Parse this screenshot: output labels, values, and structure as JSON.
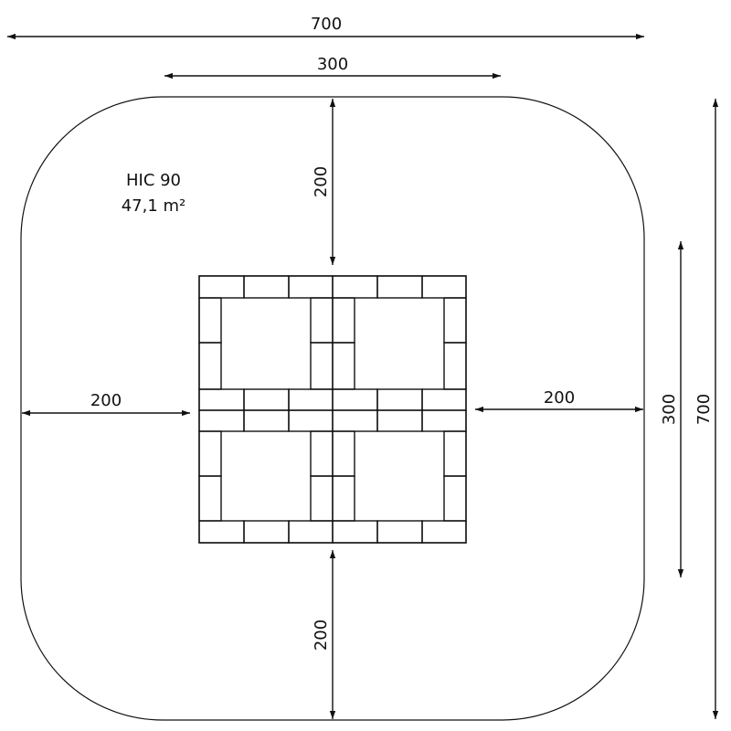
{
  "dimensions": {
    "top_total": "700",
    "top_inner": "300",
    "left_offset": "200",
    "right_offset": "200",
    "top_offset": "200",
    "bottom_offset": "200",
    "right_inner": "300",
    "right_total": "700"
  },
  "surface": {
    "label": "HIC 90",
    "area": "47,1 m²"
  },
  "colors": {
    "line": "#111111",
    "background": "#ffffff"
  }
}
